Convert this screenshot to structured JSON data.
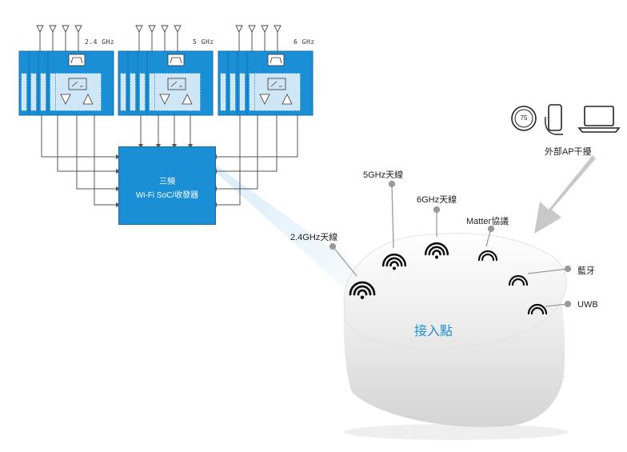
{
  "bands": [
    {
      "label": "2.4 GHz"
    },
    {
      "label": "5 GHz"
    },
    {
      "label": "6 GHz"
    }
  ],
  "soc": {
    "line1": "三頻",
    "line2": "Wi-Fi SoC/收發器"
  },
  "antennas": {
    "ghz24": "2.4GHz天線",
    "ghz5": "5GHz天線",
    "ghz6": "6GHz天線",
    "matter": "Matter協議"
  },
  "bluetooth": "藍牙",
  "uwb": "UWB",
  "interference": {
    "label": "外部AP干擾",
    "watch_value": "75"
  },
  "access_point": "接入點",
  "colors": {
    "accent": "#1a8fd6",
    "light_blue": "#cfe6f6",
    "arrow": "#c8c8c8"
  }
}
